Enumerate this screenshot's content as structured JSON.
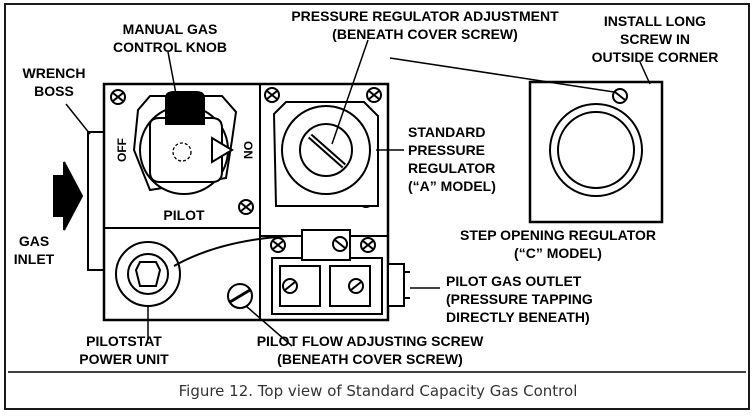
{
  "labels": {
    "manual_gas_1": "MANUAL GAS",
    "manual_gas_2": "CONTROL KNOB",
    "pressure_adj_1": "PRESSURE REGULATOR ADJUSTMENT",
    "pressure_adj_2": "(BENEATH COVER SCREW)",
    "install_1": "INSTALL LONG",
    "install_2": "SCREW IN",
    "install_3": "OUTSIDE CORNER",
    "wrench_1": "WRENCH",
    "wrench_2": "BOSS",
    "off": "OFF",
    "on": "ON",
    "pilot": "PILOT",
    "std_1": "STANDARD",
    "std_2": "PRESSURE",
    "std_3": "REGULATOR",
    "std_4": "(“A” MODEL)",
    "step_1": "STEP OPENING REGULATOR",
    "step_2": "(“C” MODEL)",
    "gas_1": "GAS",
    "gas_2": "INLET",
    "outlet_1": "PILOT GAS OUTLET",
    "outlet_2": "(PRESSURE TAPPING",
    "outlet_3": "DIRECTLY BENEATH)",
    "pilotstat_1": "PILOTSTAT",
    "pilotstat_2": "POWER UNIT",
    "flow_1": "PILOT FLOW ADJUSTING SCREW",
    "flow_2": "(BENEATH COVER SCREW)"
  },
  "caption": "Figure 12. Top view of Standard Capacity Gas Control"
}
